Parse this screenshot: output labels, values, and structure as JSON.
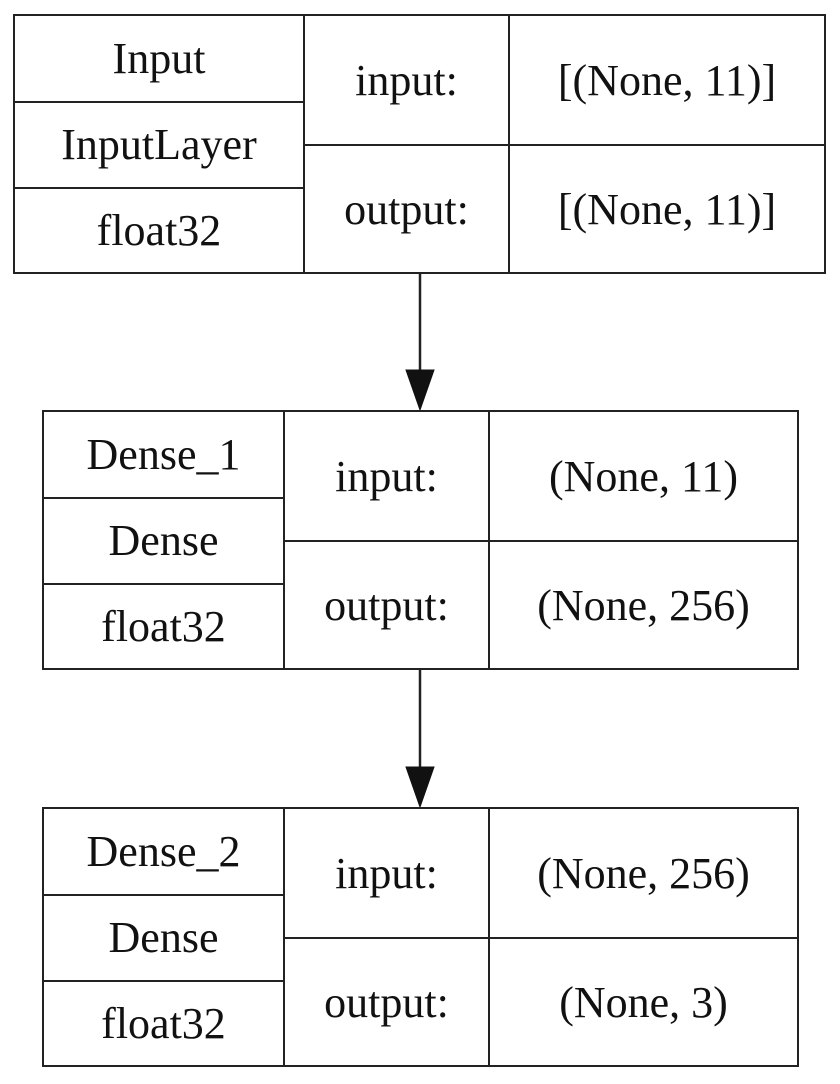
{
  "diagram": {
    "nodes": [
      {
        "name": "Input",
        "class": "InputLayer",
        "dtype": "float32",
        "input_label": "input:",
        "input_shape": "[(None, 11)]",
        "output_label": "output:",
        "output_shape": "[(None, 11)]"
      },
      {
        "name": "Dense_1",
        "class": "Dense",
        "dtype": "float32",
        "input_label": "input:",
        "input_shape": "(None, 11)",
        "output_label": "output:",
        "output_shape": "(None, 256)"
      },
      {
        "name": "Dense_2",
        "class": "Dense",
        "dtype": "float32",
        "input_label": "input:",
        "input_shape": "(None, 256)",
        "output_label": "output:",
        "output_shape": "(None, 3)"
      }
    ],
    "edges": [
      {
        "from": "Input",
        "to": "Dense_1"
      },
      {
        "from": "Dense_1",
        "to": "Dense_2"
      }
    ],
    "colors": {
      "stroke": "#222222",
      "background": "#ffffff",
      "text": "#111111"
    }
  }
}
